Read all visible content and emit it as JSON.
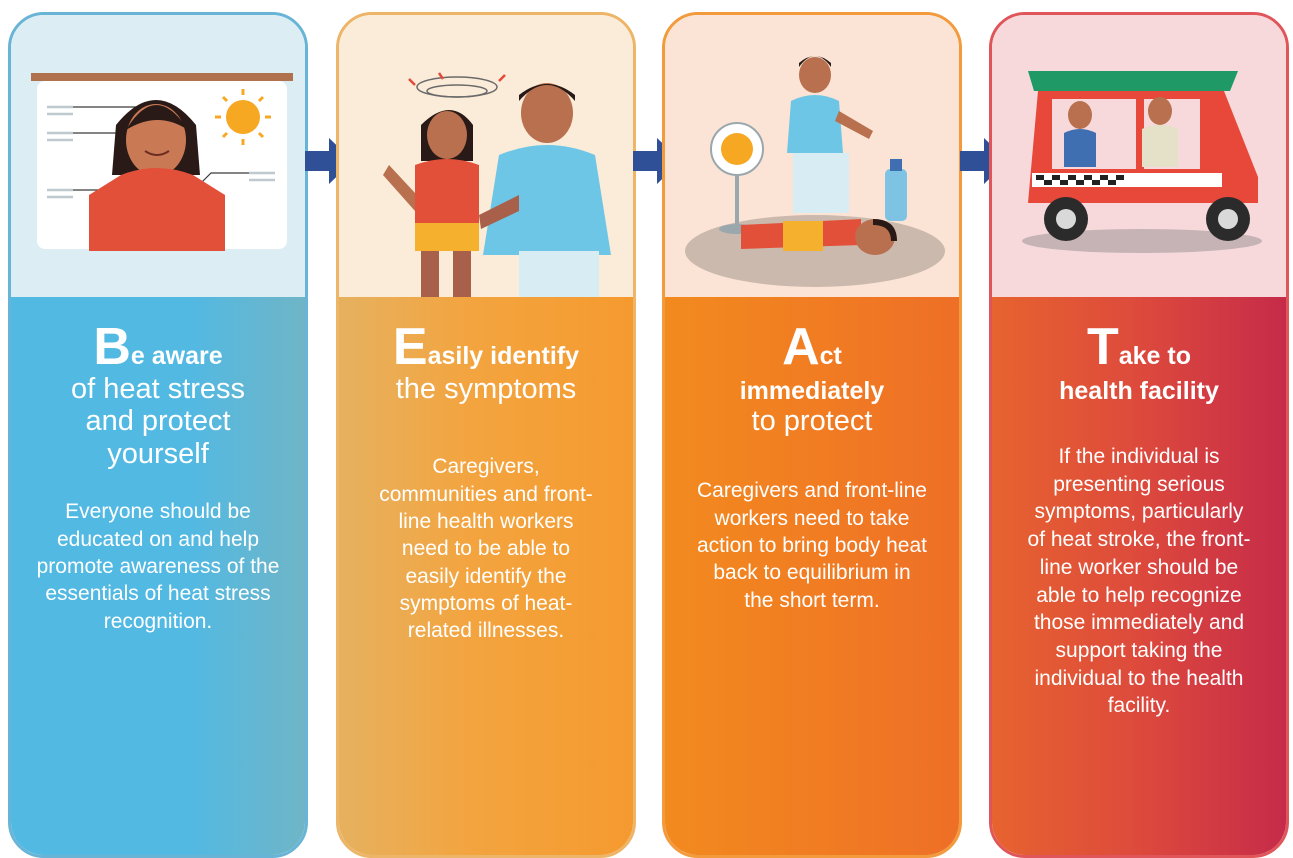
{
  "cards": [
    {
      "letter": "B",
      "head_bold": "e aware",
      "head_light": "of heat stress and protect yourself",
      "body": "Everyone should be educated on and help promote awareness of the essentials of heat stress recognition."
    },
    {
      "letter": "E",
      "head_bold": "asily identify",
      "head_light": "the symptoms",
      "body": "Caregivers, communities and front-line health workers need to be able to easily identify the symptoms of heat-related illnesses."
    },
    {
      "letter": "A",
      "head_bold": "ct",
      "head_bold2": "immediately",
      "head_light": "to protect",
      "body": "Caregivers and front-line workers need to take action to bring body heat back to equilibrium in the short term."
    },
    {
      "letter": "T",
      "head_bold": "ake to",
      "head_bold2": "health facility",
      "body": "If the individual is presenting serious symptoms, particularly of heat stroke, the front-line worker should be able to help recognize those immediately and support taking the individual to the health facility."
    }
  ],
  "colors": {
    "arrow": "#2f4f97",
    "card1": "#52b9e3",
    "card2": "#f3a43f",
    "card3": "#f17d22",
    "card4": "#d63c42"
  },
  "icons": [
    "teacher-board-illustration",
    "sick-child-illustration",
    "cooling-patient-illustration",
    "auto-rickshaw-illustration",
    "arrow-right-icon"
  ]
}
